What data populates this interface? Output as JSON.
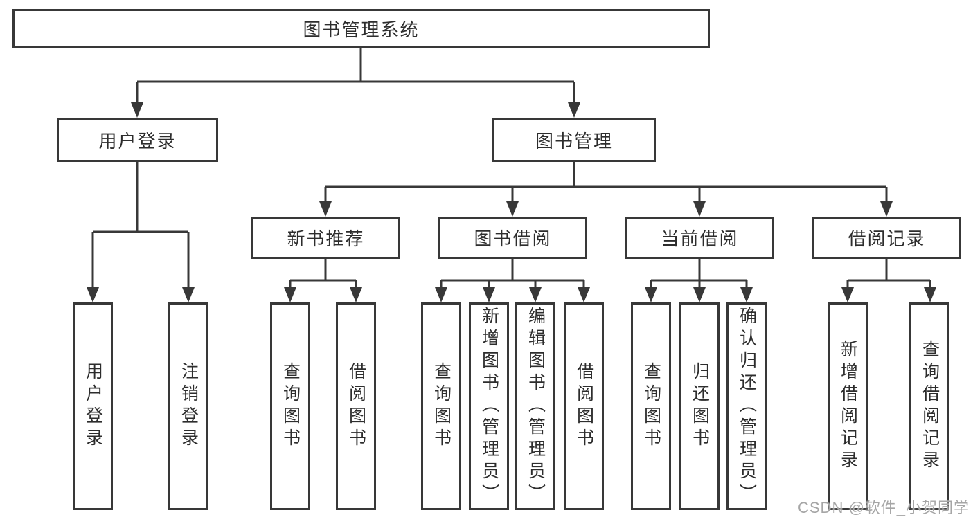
{
  "tree": {
    "root": {
      "label": "图书管理系统"
    },
    "branches": [
      {
        "label": "用户登录",
        "leaves": [
          {
            "label": "用户登录"
          },
          {
            "label": "注销登录"
          }
        ]
      },
      {
        "label": "图书管理",
        "sections": [
          {
            "label": "新书推荐",
            "leaves": [
              {
                "label": "查询图书"
              },
              {
                "label": "借阅图书"
              }
            ]
          },
          {
            "label": "图书借阅",
            "leaves": [
              {
                "label": "查询图书"
              },
              {
                "label": "新增图书（管理员）"
              },
              {
                "label": "编辑图书（管理员）"
              },
              {
                "label": "借阅图书"
              }
            ]
          },
          {
            "label": "当前借阅",
            "leaves": [
              {
                "label": "查询图书"
              },
              {
                "label": "归还图书"
              },
              {
                "label": "确认归还（管理员）"
              }
            ]
          },
          {
            "label": "借阅记录",
            "leaves": [
              {
                "label": "新增借阅记录"
              },
              {
                "label": "查询借阅记录"
              }
            ]
          }
        ]
      }
    ]
  },
  "watermark": {
    "text": "CSDN @软件_小贺同学"
  },
  "colors": {
    "line": "#383838",
    "box_border": "#383838",
    "text": "#2d2d2d",
    "background": "#ffffff",
    "watermark": "#a6a6a6"
  }
}
